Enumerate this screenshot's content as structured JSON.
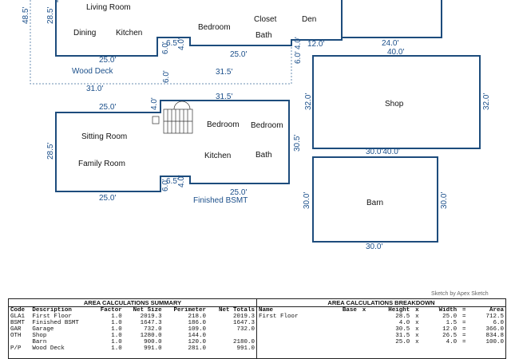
{
  "sketch": {
    "rooms": {
      "living_room": "Living Room",
      "dining": "Dining",
      "kitchen_upper": "Kitchen",
      "bedroom_upper": "Bedroom",
      "closet": "Closet",
      "den": "Den",
      "bath_upper": "Bath",
      "sitting_room": "Sitting Room",
      "family_room": "Family Room",
      "bedroom_lower_1": "Bedroom",
      "bedroom_lower_2": "Bedroom",
      "kitchen_lower": "Kitchen",
      "bath_lower": "Bath",
      "shop": "Shop",
      "barn": "Barn",
      "wood_deck": "Wood Deck",
      "finished_bsmt": "Finished BSMT"
    },
    "dims": {
      "d48_5": "48.5'",
      "d28_5_top": "28.5'",
      "d6_5_top": "6.5'",
      "d6_0_top": "6.0'",
      "d4_0_top": "4.0'",
      "d4_0_right": "4.0'",
      "d12_0": "12.0'",
      "d24_0": "24.0'",
      "d25_0_top_left": "25.0'",
      "d25_0_top_mid": "25.0'",
      "d6_0_a": "6.0'",
      "d6_0_b": "6.0'",
      "d31_5_upper": "31.5'",
      "d31_0": "31.0'",
      "d40_0_shop_top": "40.0'",
      "d32_0_left": "32.0'",
      "d32_0_right": "32.0'",
      "d30_40": "30.0'40.0'",
      "d25_0_bsmt_top": "25.0'",
      "d4_0_bsmt": "4.0'",
      "d31_5_bsmt": "31.5'",
      "d28_5_bsmt": "28.5'",
      "d30_5": "30.5'",
      "d6_5_bsmt": "6.5'",
      "d6_0_bsmt": "6.0'",
      "d4_0_bsmt_b": "4.0'",
      "d25_0_bsmt_bl": "25.0'",
      "d25_0_bsmt_bm": "25.0'",
      "d30_0_barn_left": "30.0'",
      "d30_0_barn_right": "30.0'",
      "d30_0_barn_bottom": "30.0'"
    }
  },
  "credit": "Sketch by Apex Sketch",
  "summary": {
    "title": "AREA CALCULATIONS SUMMARY",
    "headers": [
      "Code",
      "Description",
      "Factor",
      "Net Size",
      "Perimeter",
      "Net Totals"
    ],
    "rows": [
      [
        "GLA1",
        "First Floor",
        "1.0",
        "2019.3",
        "218.0",
        "2019.3"
      ],
      [
        "BSMT",
        "Finished BSMT",
        "1.0",
        "1647.3",
        "186.0",
        "1647.3"
      ],
      [
        "GAR",
        "Garage",
        "1.0",
        "732.0",
        "109.0",
        "732.0"
      ],
      [
        "OTH",
        "Shop",
        "1.0",
        "1280.0",
        "144.0",
        ""
      ],
      [
        "",
        "Barn",
        "1.0",
        "900.0",
        "120.0",
        "2180.0"
      ],
      [
        "P/P",
        "Wood Deck",
        "1.0",
        "991.0",
        "281.0",
        "991.0"
      ]
    ]
  },
  "breakdown": {
    "title": "AREA CALCULATIONS BREAKDOWN",
    "headers": [
      "Name",
      "Base",
      "x",
      "Height",
      "x",
      "Width",
      "=",
      "Area"
    ],
    "rows": [
      [
        "First Floor",
        "",
        "",
        "28.5",
        "x",
        "25.0",
        "=",
        "712.5"
      ],
      [
        "",
        "",
        "",
        "4.0",
        "x",
        "1.5",
        "=",
        "6.0"
      ],
      [
        "",
        "",
        "",
        "30.5",
        "x",
        "12.0",
        "=",
        "366.0"
      ],
      [
        "",
        "",
        "",
        "31.5",
        "x",
        "26.5",
        "=",
        "834.8"
      ],
      [
        "",
        "",
        "",
        "25.0",
        "x",
        "4.0",
        "=",
        "100.0"
      ]
    ]
  }
}
